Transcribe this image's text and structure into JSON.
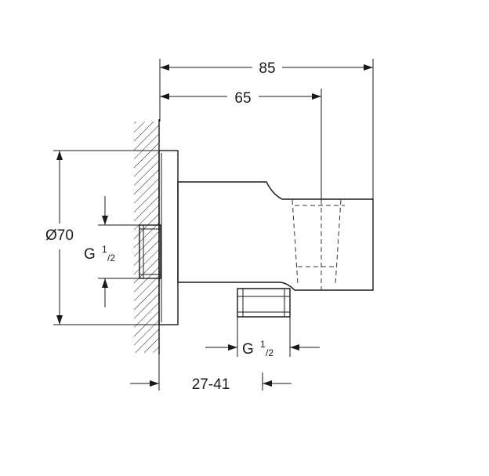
{
  "dimensions": {
    "overall_length": "85",
    "to_center": "65",
    "diameter": "Ø70",
    "wall_thread_G": "G",
    "wall_thread_sup": "1",
    "wall_thread_sub": "/2",
    "outlet_thread_G": "G",
    "outlet_thread_sup": "1",
    "outlet_thread_sub": "/2",
    "wall_depth": "27-41"
  }
}
